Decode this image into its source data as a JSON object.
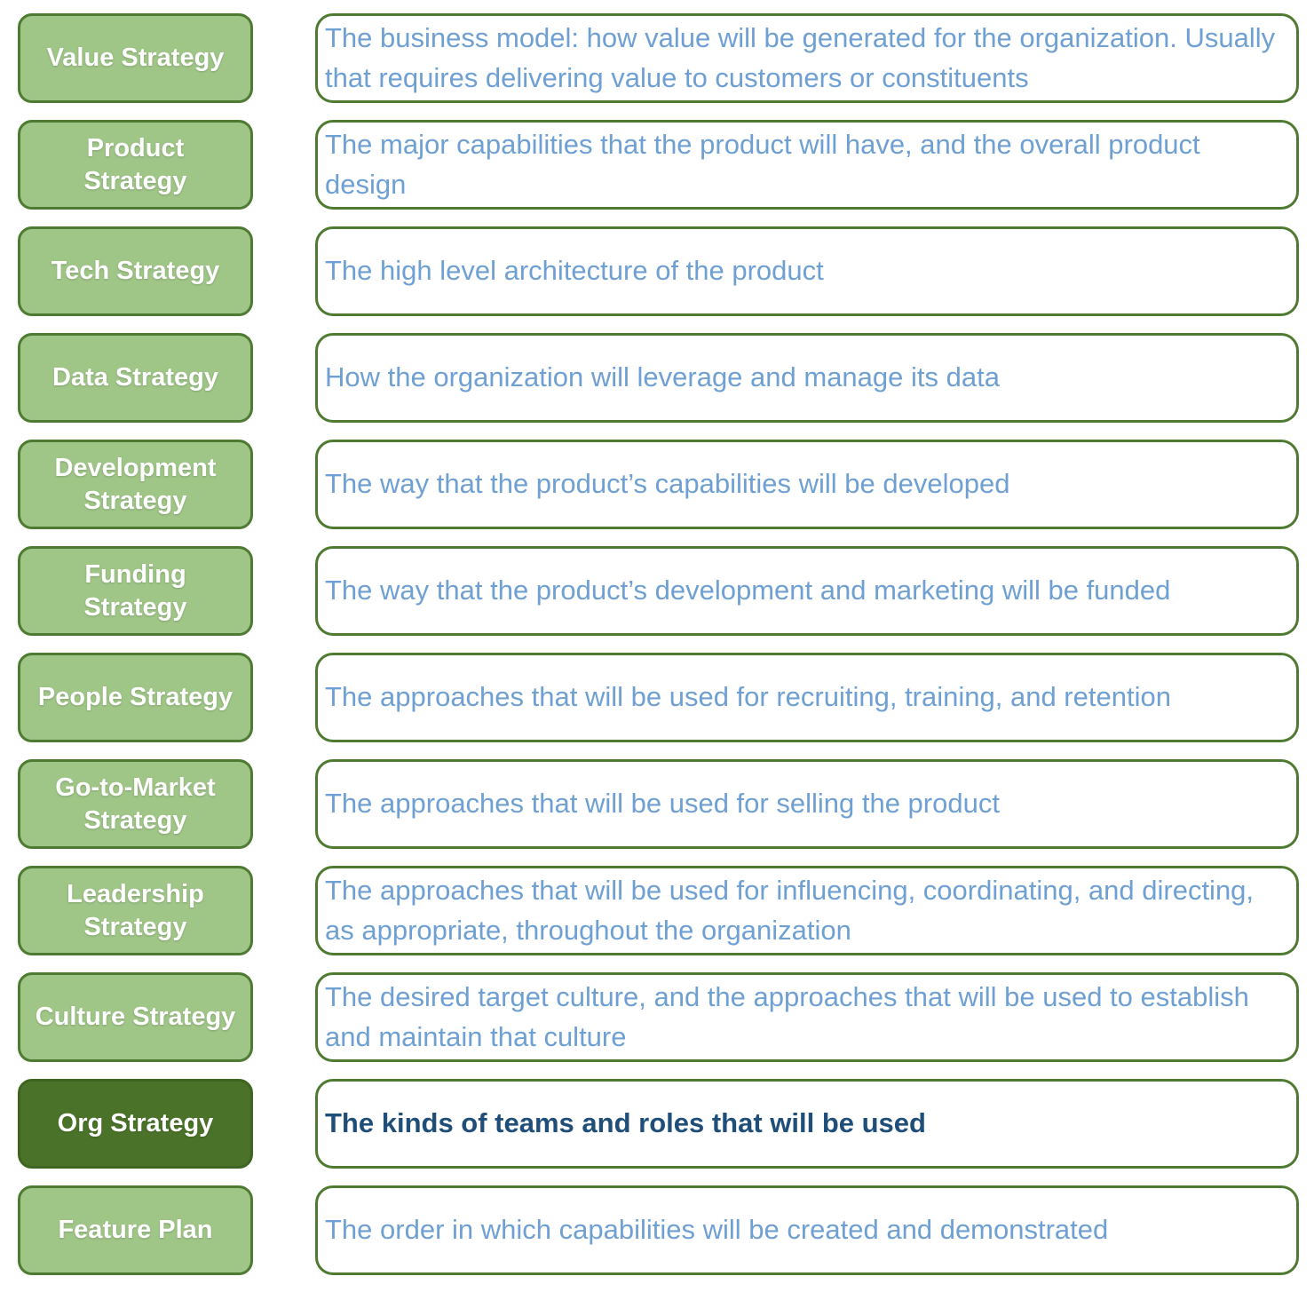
{
  "diagram": {
    "title": "Strategy stack diagram",
    "colors": {
      "green_fill": "#9fc587",
      "green_border": "#4e7a31",
      "dark_green_fill": "#4a7329",
      "dark_green_border": "#3f641f",
      "blue_text": "#6fa0d3",
      "navy_text": "#1f4e79"
    },
    "rows": [
      {
        "label": "Value Strategy",
        "description": "The business model: how value will be generated for the organization. Usually that requires delivering value to customers or constituents",
        "highlighted": false
      },
      {
        "label": "Product Strategy",
        "description": "The major capabilities that the product will have, and the overall product design",
        "highlighted": false
      },
      {
        "label": "Tech Strategy",
        "description": "The high level architecture of the product",
        "highlighted": false
      },
      {
        "label": "Data Strategy",
        "description": "How the organization will leverage and manage its data",
        "highlighted": false
      },
      {
        "label": "Development Strategy",
        "description": "The way that the product’s capabilities will be developed",
        "highlighted": false
      },
      {
        "label": "Funding Strategy",
        "description": "The way that the product’s development and marketing will be funded",
        "highlighted": false
      },
      {
        "label": "People Strategy",
        "description": "The approaches that will be used for recruiting, training, and retention",
        "highlighted": false
      },
      {
        "label": "Go-to-Market Strategy",
        "description": "The approaches that will be used for selling the product",
        "highlighted": false
      },
      {
        "label": "Leadership Strategy",
        "description": "The approaches that will be used for influencing, coordinating, and directing, as appropriate, throughout the organization",
        "highlighted": false
      },
      {
        "label": "Culture Strategy",
        "description": "The desired target culture, and the approaches that will be used to establish and maintain that culture",
        "highlighted": false
      },
      {
        "label": "Org Strategy",
        "description": "The kinds of teams and roles that will be used",
        "highlighted": true
      },
      {
        "label": "Feature Plan",
        "description": "The order in which capabilities will be created and demonstrated",
        "highlighted": false
      }
    ]
  }
}
